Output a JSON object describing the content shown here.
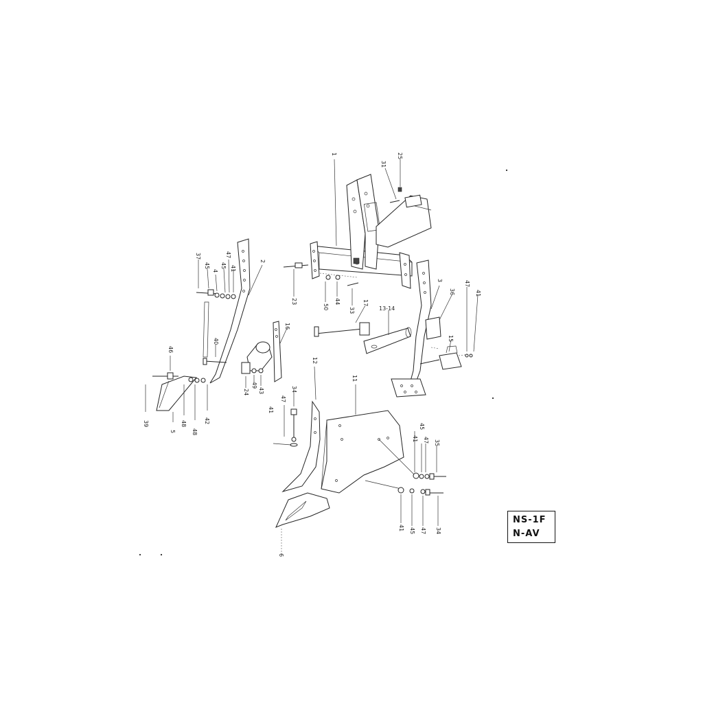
{
  "code_box": {
    "line1": "NS-1F",
    "line2": "N-AV"
  },
  "labels": [
    {
      "key": "l1",
      "text": "1"
    },
    {
      "key": "l25",
      "text": "25"
    },
    {
      "key": "l31",
      "text": "31"
    },
    {
      "key": "l37",
      "text": "37"
    },
    {
      "key": "l47a",
      "text": "47"
    },
    {
      "key": "l45a",
      "text": "45"
    },
    {
      "key": "l45b",
      "text": "45"
    },
    {
      "key": "l4",
      "text": "4"
    },
    {
      "key": "l41a",
      "text": "41"
    },
    {
      "key": "l2",
      "text": "2"
    },
    {
      "key": "l23",
      "text": "23"
    },
    {
      "key": "l50",
      "text": "50"
    },
    {
      "key": "l44",
      "text": "44"
    },
    {
      "key": "l33",
      "text": "33"
    },
    {
      "key": "l17",
      "text": "17"
    },
    {
      "key": "l1314",
      "text": "13-14"
    },
    {
      "key": "l3",
      "text": "3"
    },
    {
      "key": "l36",
      "text": "36"
    },
    {
      "key": "l47b",
      "text": "47"
    },
    {
      "key": "l41b",
      "text": "41"
    },
    {
      "key": "l15",
      "text": "15"
    },
    {
      "key": "l40",
      "text": "40"
    },
    {
      "key": "l16",
      "text": "16"
    },
    {
      "key": "l46",
      "text": "46"
    },
    {
      "key": "l39",
      "text": "39"
    },
    {
      "key": "l5",
      "text": "5"
    },
    {
      "key": "l48a",
      "text": "48"
    },
    {
      "key": "l48b",
      "text": "48"
    },
    {
      "key": "l42",
      "text": "42"
    },
    {
      "key": "l24",
      "text": "24"
    },
    {
      "key": "l49",
      "text": "49"
    },
    {
      "key": "l43",
      "text": "43"
    },
    {
      "key": "l12",
      "text": "12"
    },
    {
      "key": "l34a",
      "text": "34"
    },
    {
      "key": "l11",
      "text": "11"
    },
    {
      "key": "l47c",
      "text": "47"
    },
    {
      "key": "l41c",
      "text": "41"
    },
    {
      "key": "l45c",
      "text": "45"
    },
    {
      "key": "l41d",
      "text": "41"
    },
    {
      "key": "l47d",
      "text": "47"
    },
    {
      "key": "l35",
      "text": "35"
    },
    {
      "key": "l41e",
      "text": "41"
    },
    {
      "key": "l45d",
      "text": "45"
    },
    {
      "key": "l47e",
      "text": "47"
    },
    {
      "key": "l34b",
      "text": "34"
    },
    {
      "key": "l6",
      "text": "6"
    }
  ]
}
